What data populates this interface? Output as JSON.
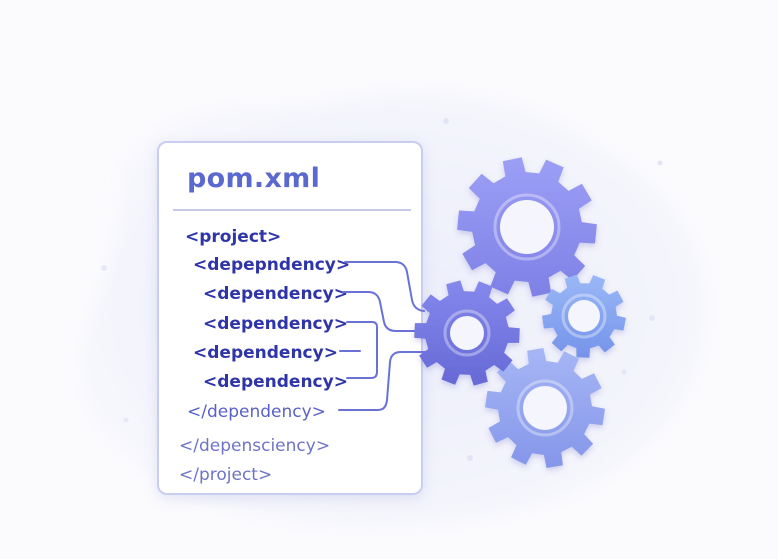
{
  "file": {
    "title": "pom.xml",
    "lines": [
      "<project>",
      "<depepndency>",
      "<dependency>",
      "<dependency>",
      "<dependency>",
      "<dependency>",
      "</dependency>",
      "</depensciency>",
      "</project>"
    ]
  },
  "icons": {
    "large_gear": "gear-icon",
    "center_gear": "gear-icon",
    "small_gear": "gear-icon",
    "bottom_gear": "gear-icon"
  },
  "colors": {
    "title": "#5b69cf",
    "tag_text": "#2f35a8",
    "connector": "#6a72d8",
    "gear_large": "#8b8df0",
    "gear_center": "#7477e2",
    "gear_small": "#7ea0f0",
    "gear_bottom": "#8fa2ee",
    "background_blob": "#f1f2fb"
  }
}
